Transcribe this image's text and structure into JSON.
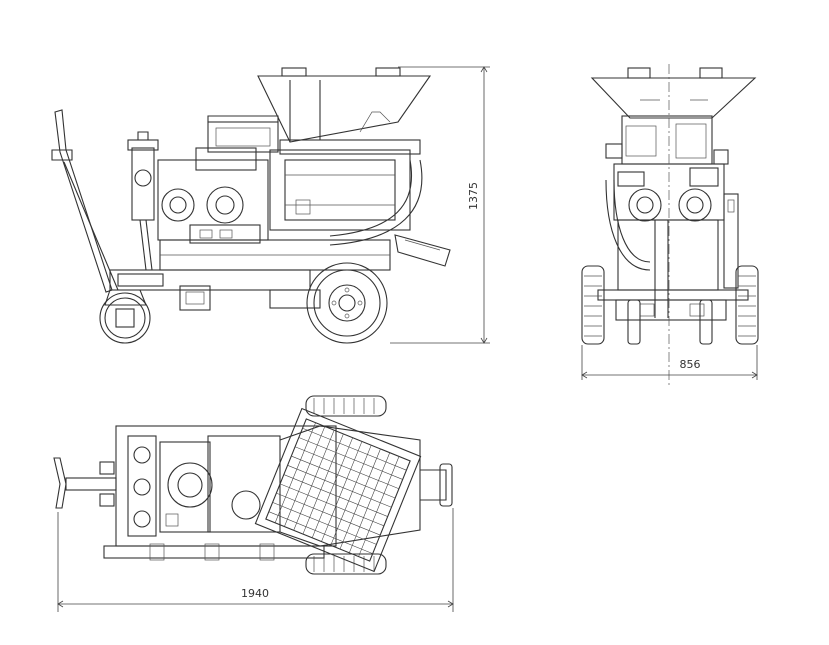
{
  "dimensions": {
    "height": "1375",
    "width": "856",
    "length": "1940"
  }
}
